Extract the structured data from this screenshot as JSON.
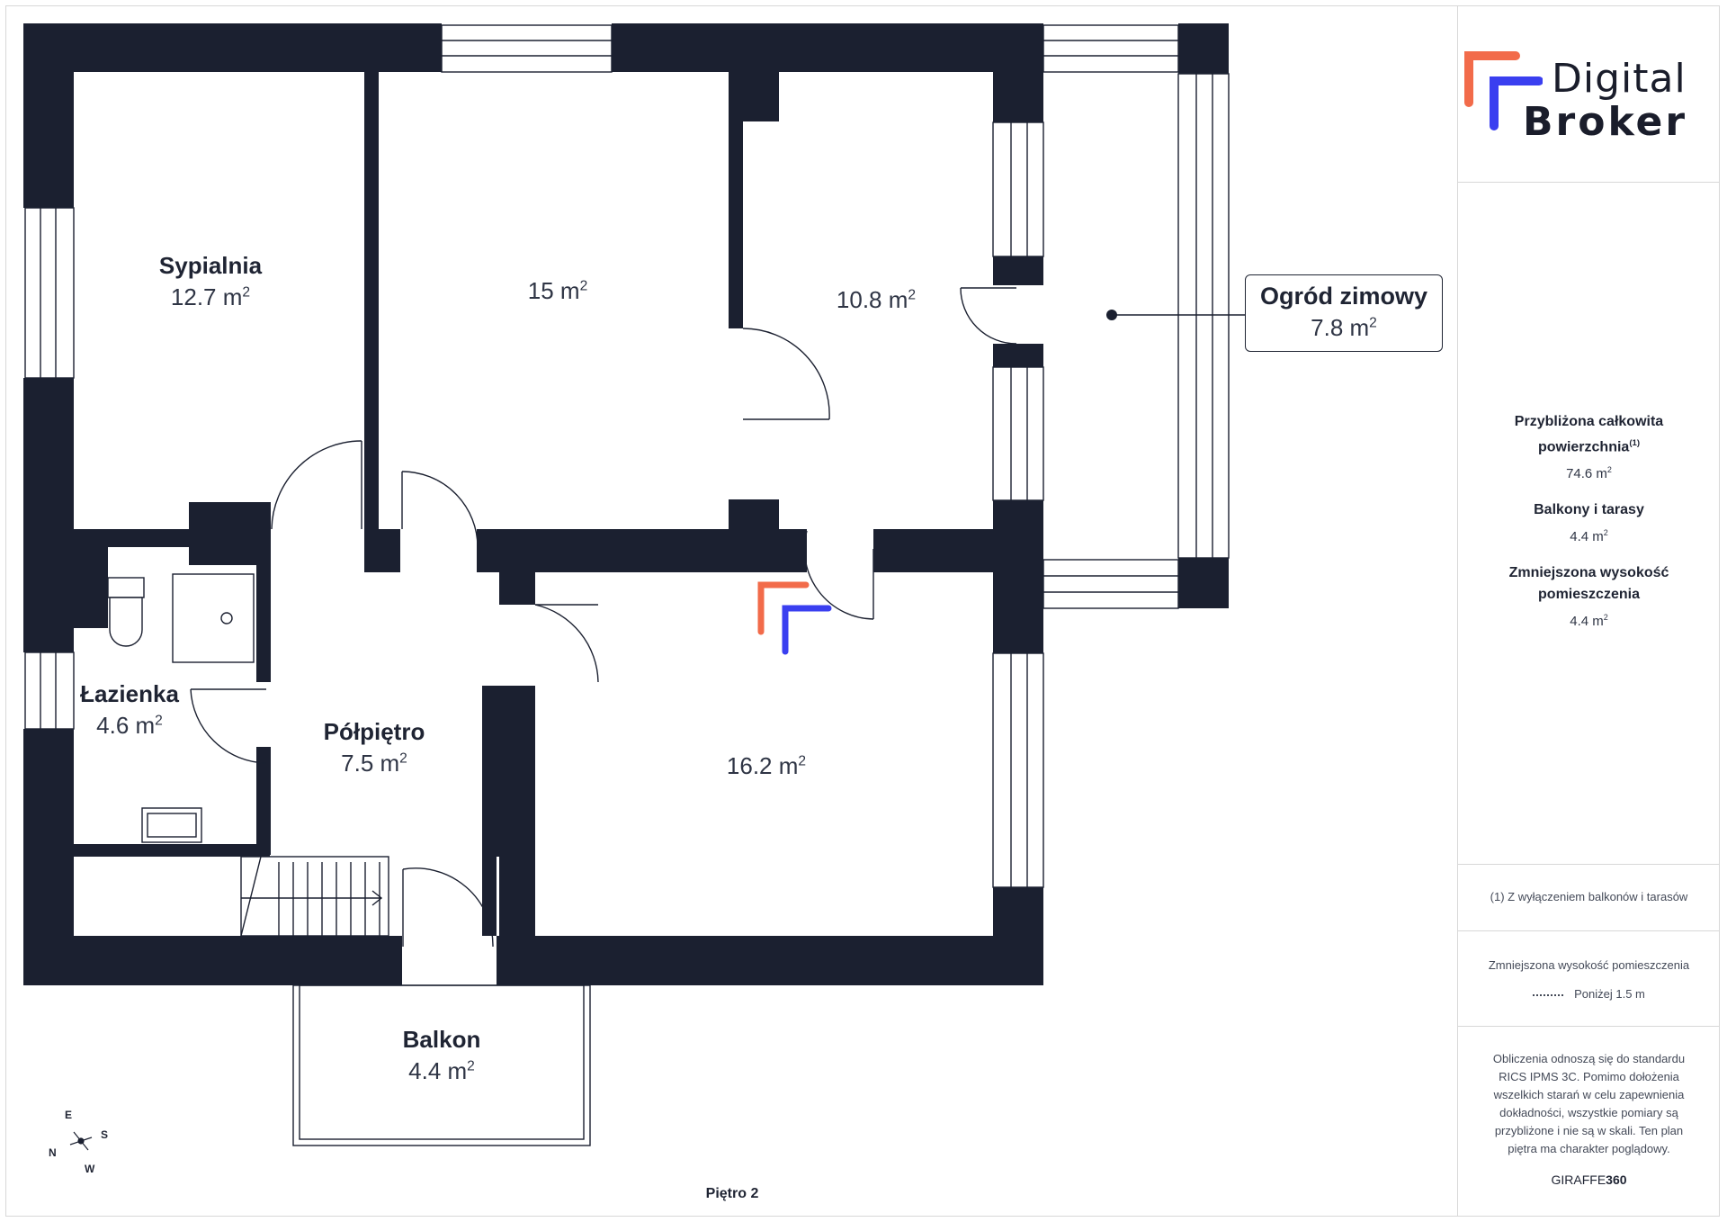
{
  "rooms": [
    {
      "id": "sypialnia",
      "name": "Sypialnia",
      "area": "12.7 m",
      "unit_sup": "2"
    },
    {
      "id": "room15",
      "name": "",
      "area": "15 m",
      "unit_sup": "2"
    },
    {
      "id": "room108",
      "name": "",
      "area": "10.8 m",
      "unit_sup": "2"
    },
    {
      "id": "lazienka",
      "name": "Łazienka",
      "area": "4.6 m",
      "unit_sup": "2"
    },
    {
      "id": "polpietro",
      "name": "Półpiętro",
      "area": "7.5 m",
      "unit_sup": "2"
    },
    {
      "id": "room162",
      "name": "",
      "area": "16.2 m",
      "unit_sup": "2"
    },
    {
      "id": "balkon",
      "name": "Balkon",
      "area": "4.4 m",
      "unit_sup": "2"
    }
  ],
  "ogrod": {
    "name": "Ogród zimowy",
    "area": "7.8 m",
    "unit_sup": "2"
  },
  "floor_label": "Piętro 2",
  "compass": {
    "e": "E",
    "s": "S",
    "n": "N",
    "w": "W"
  },
  "sidebar": {
    "logo_line1": "Digital",
    "logo_line2": "Broker",
    "total_title": "Przybliżona całkowita powierzchnia",
    "total_sup": "(1)",
    "total_value": "74.6 m",
    "balc_title": "Balkony i tarasy",
    "balc_value": "4.4 m",
    "reduced_title": "Zmniejszona wysokość pomieszczenia",
    "reduced_value": "4.4 m",
    "sup": "2",
    "footnote": "(1) Z wyłączeniem balkonów i tarasów",
    "legend_title": "Zmniejszona wysokość pomieszczenia",
    "legend_item": "Poniżej 1.5 m",
    "disclaimer": "Obliczenia odnoszą się do standardu RICS IPMS 3C. Pomimo dołożenia wszelkich starań w celu zapewnienia dokładności, wszystkie pomiary są przybliżone i nie są w skali. Ten plan piętra ma charakter poglądowy.",
    "brand_a": "GIRAFFE",
    "brand_b": "360"
  },
  "colors": {
    "wall": "#1b2030",
    "logo_orange": "#f26b4a",
    "logo_blue": "#3a3ff0"
  }
}
